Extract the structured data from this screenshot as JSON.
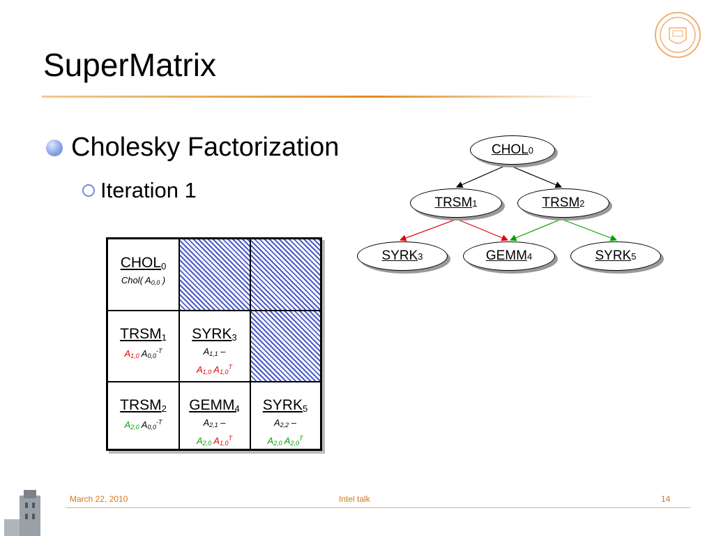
{
  "slide": {
    "title": "SuperMatrix",
    "bullet1": "Cholesky Factorization",
    "bullet2": "Iteration 1"
  },
  "matrix": {
    "c00": {
      "name": "CHOL",
      "sub": "0",
      "expr_main": "Chol( A",
      "expr_sub": "0,0",
      "expr_end": " )"
    },
    "c10": {
      "name": "TRSM",
      "sub": "1",
      "e1": "A",
      "e1s": "1,0",
      "e2": " A",
      "e2s": "0,0",
      "e2p": "-T"
    },
    "c11": {
      "name": "SYRK",
      "sub": "3",
      "l1a": "A",
      "l1s": "1,1",
      "l1b": " –",
      "l2a": "A",
      "l2s": "1,0",
      "l2b": " A",
      "l2s2": "1,0",
      "l2p": "T"
    },
    "c20": {
      "name": "TRSM",
      "sub": "2",
      "e1": "A",
      "e1s": "2,0",
      "e2": " A",
      "e2s": "0,0",
      "e2p": "-T"
    },
    "c21": {
      "name": "GEMM",
      "sub": "4",
      "l1a": "A",
      "l1s": "2,1",
      "l1b": " –",
      "l2a": "A",
      "l2s": "2,0",
      "l2b": " A",
      "l2s2": "1,0",
      "l2p": "T"
    },
    "c22": {
      "name": "SYRK",
      "sub": "5",
      "l1a": "A",
      "l1s": "2,2",
      "l1b": " –",
      "l2a": "A",
      "l2s": "2,0",
      "l2b": " A",
      "l2s2": "2,0",
      "l2p": "T"
    }
  },
  "tree": {
    "chol": {
      "name": "CHOL",
      "sub": "0"
    },
    "trsm1": {
      "name": "TRSM",
      "sub": "1"
    },
    "trsm2": {
      "name": "TRSM",
      "sub": "2"
    },
    "syrk3": {
      "name": "SYRK",
      "sub": "3"
    },
    "gemm4": {
      "name": "GEMM",
      "sub": "4"
    },
    "syrk5": {
      "name": "SYRK",
      "sub": "5"
    }
  },
  "colors": {
    "red": "#e00000",
    "green": "#00a000",
    "hatch": "#4a5ac8",
    "accent": "#d07818"
  },
  "footer": {
    "date": "March 22, 2010",
    "center": "Intel talk",
    "page": "14"
  }
}
